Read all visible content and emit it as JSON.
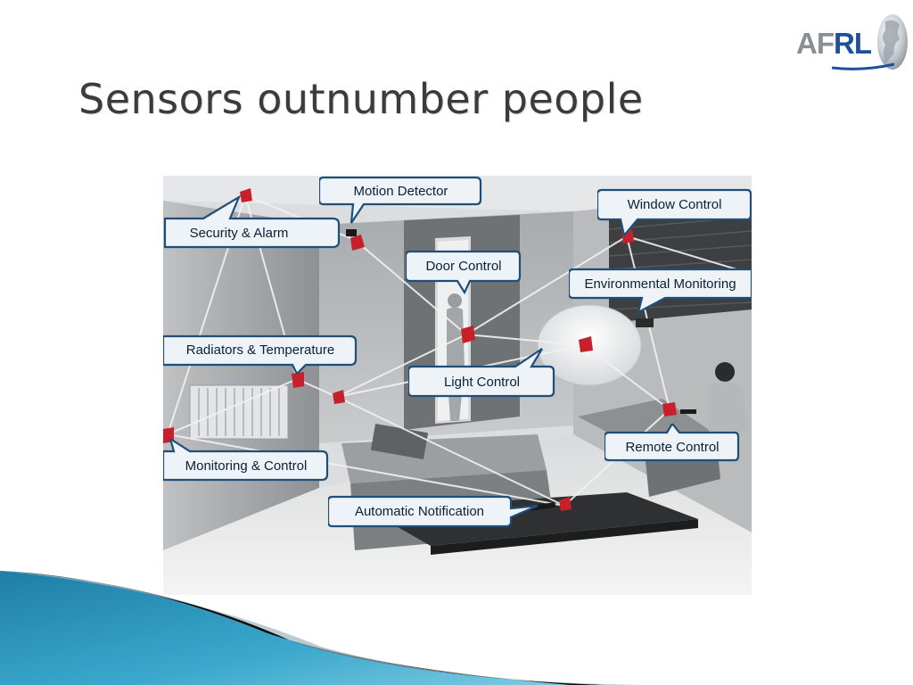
{
  "logo": {
    "text_af": "AF",
    "text_rl": "RL",
    "icon": "globe-icon"
  },
  "title": "Sensors outnumber people",
  "diagram": {
    "labels": {
      "motion_detector": "Motion Detector",
      "window_control": "Window Control",
      "security_alarm": "Security &  Alarm",
      "door_control": "Door Control",
      "environmental_monitoring": "Environmental Monitoring",
      "radiators_temperature": "Radiators & Temperature",
      "light_control": "Light Control",
      "remote_control": "Remote Control",
      "monitoring_control": "Monitoring & Control",
      "automatic_notification": "Automatic Notification"
    }
  },
  "colors": {
    "title_text": "#3b3b3b",
    "callout_border": "#1f4e79",
    "callout_fill": "#eef3f8",
    "sensor_red": "#c8202a",
    "swoosh_blue": "#2a92b8",
    "swoosh_dark": "#0c0c0c"
  }
}
